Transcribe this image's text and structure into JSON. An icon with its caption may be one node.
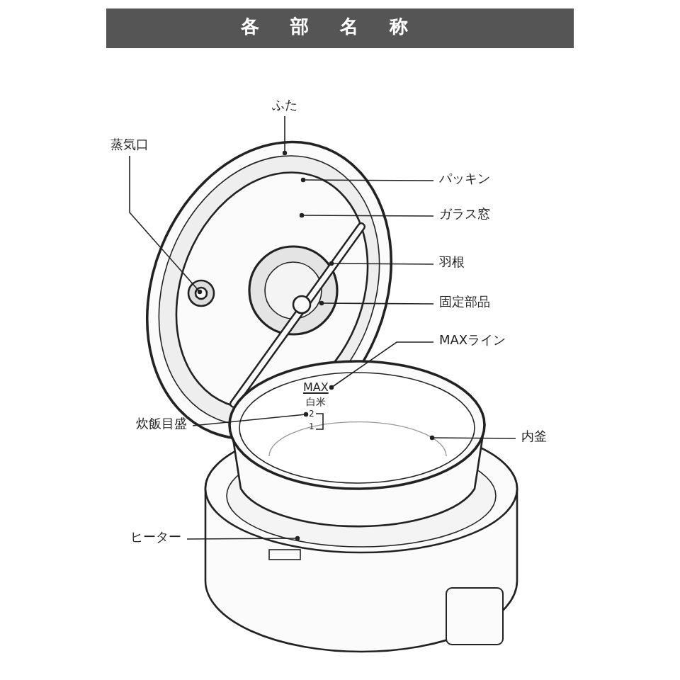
{
  "diagram": {
    "title": "各部名称",
    "nodes": [
      {
        "text": [
          "ふた"
        ]
      },
      {
        "text": [
          "蒸気口"
        ]
      },
      {
        "text": [
          "パッキン"
        ]
      },
      {
        "text": [
          "ガラス窓"
        ]
      },
      {
        "text": [
          "羽根"
        ]
      },
      {
        "text": [
          "固定部品"
        ]
      },
      {
        "text": [
          "MAXライン"
        ]
      },
      {
        "text": [
          "炊飯目盛"
        ]
      },
      {
        "text": [
          "内釜"
        ]
      },
      {
        "text": [
          "ヒーター"
        ]
      },
      {
        "text": [
          "MAX"
        ]
      },
      {
        "text": [
          "2"
        ]
      }
    ],
    "edges": [
      {
        "from": 0,
        "to": null,
        "arrow": "other"
      },
      {
        "from": 1,
        "to": null,
        "arrow": "other"
      },
      {
        "from": 2,
        "to": null,
        "arrow": "other"
      },
      {
        "from": 3,
        "to": null,
        "arrow": "other"
      },
      {
        "from": 4,
        "to": null,
        "arrow": "other"
      },
      {
        "from": 5,
        "to": null,
        "arrow": "other"
      },
      {
        "from": 6,
        "to": 10,
        "arrow": "other"
      },
      {
        "from": 7,
        "to": 11,
        "arrow": "other"
      },
      {
        "from": 8,
        "to": null,
        "arrow": "other"
      },
      {
        "from": 9,
        "to": null,
        "arrow": "other"
      }
    ],
    "labels": [
      "白米",
      "1"
    ]
  }
}
